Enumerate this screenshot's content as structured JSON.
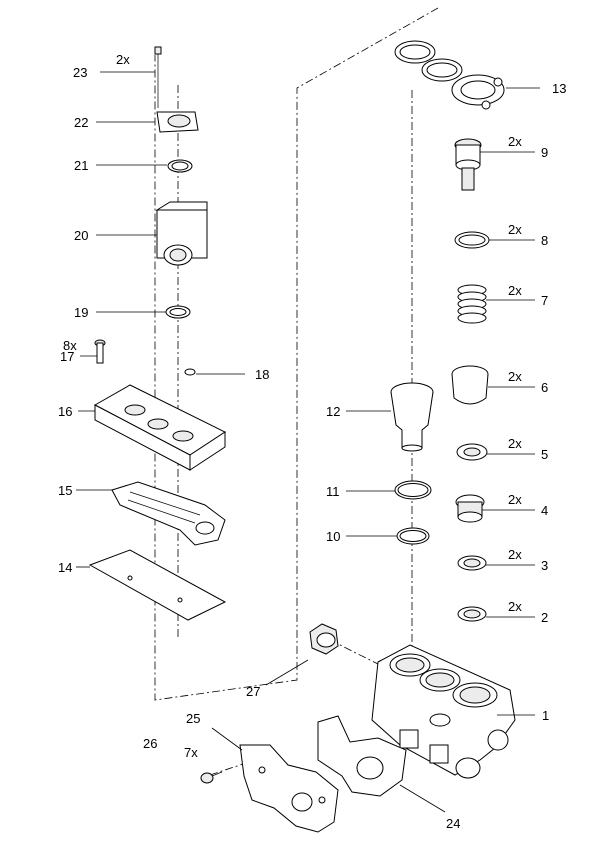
{
  "callouts": [
    {
      "id": "1",
      "qty": ""
    },
    {
      "id": "2",
      "qty": "2x"
    },
    {
      "id": "3",
      "qty": "2x"
    },
    {
      "id": "4",
      "qty": "2x"
    },
    {
      "id": "5",
      "qty": "2x"
    },
    {
      "id": "6",
      "qty": "2x"
    },
    {
      "id": "7",
      "qty": "2x"
    },
    {
      "id": "8",
      "qty": "2x"
    },
    {
      "id": "9",
      "qty": "2x"
    },
    {
      "id": "10",
      "qty": ""
    },
    {
      "id": "11",
      "qty": ""
    },
    {
      "id": "12",
      "qty": ""
    },
    {
      "id": "13",
      "qty": ""
    },
    {
      "id": "14",
      "qty": ""
    },
    {
      "id": "15",
      "qty": ""
    },
    {
      "id": "16",
      "qty": ""
    },
    {
      "id": "17",
      "qty": "8x"
    },
    {
      "id": "18",
      "qty": ""
    },
    {
      "id": "19",
      "qty": ""
    },
    {
      "id": "20",
      "qty": ""
    },
    {
      "id": "21",
      "qty": ""
    },
    {
      "id": "22",
      "qty": ""
    },
    {
      "id": "23",
      "qty": "2x"
    },
    {
      "id": "24",
      "qty": ""
    },
    {
      "id": "25",
      "qty": ""
    },
    {
      "id": "26",
      "qty": "7x"
    },
    {
      "id": "27",
      "qty": ""
    }
  ]
}
